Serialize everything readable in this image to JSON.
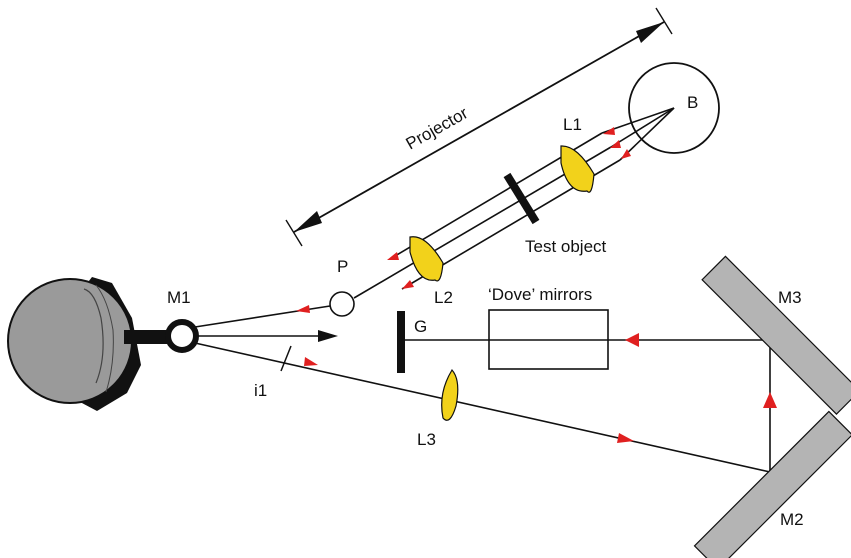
{
  "labels": {
    "projector": "Projector",
    "bulb": "B",
    "lens1": "L1",
    "lens2": "L2",
    "lens3": "L3",
    "test_object": "Test object",
    "pupil": "P",
    "mirror1": "M1",
    "mirror2": "M2",
    "mirror3": "M3",
    "dove_mirrors": "‘Dove’ mirrors",
    "grating": "G",
    "image1": "i1"
  },
  "colors": {
    "lens": "#f2d21b",
    "arrow": "#e02020",
    "mirror": "#b4b4b4",
    "eye": "#9a9a9a",
    "line": "#111111"
  }
}
